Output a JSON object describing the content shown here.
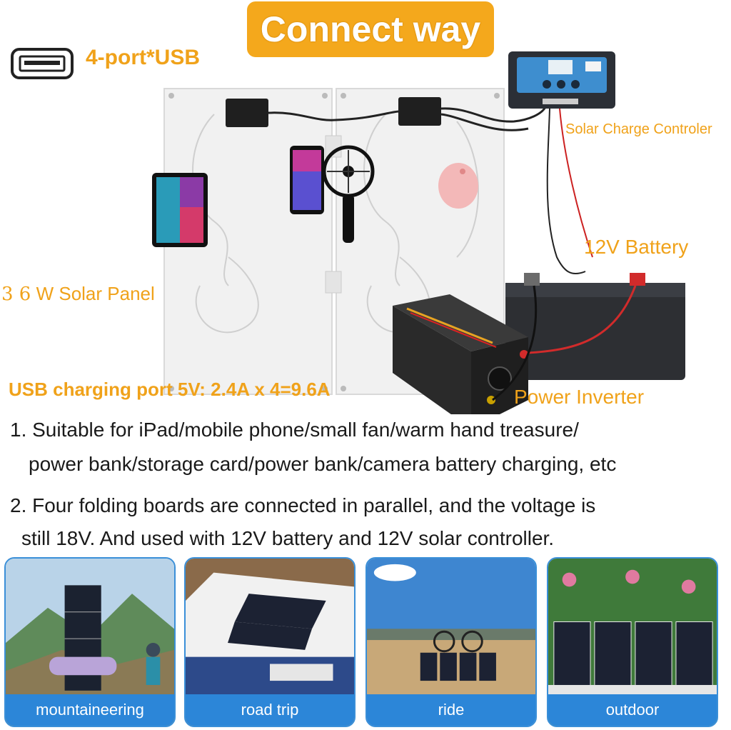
{
  "header": {
    "title": "Connect way",
    "usb_label": "4-port*USB"
  },
  "diagram": {
    "controller_label": "Solar Charge Controler",
    "battery_label": "12V Battery",
    "panel_label_num": "3 6",
    "panel_label_text": " W Solar Panel",
    "inverter_label": "Power Inverter",
    "usb_charging": "USB charging port 5V:  2.4A  x 4=9.6A"
  },
  "description": {
    "line1a": "1.  Suitable for iPad/mobile phone/small fan/warm hand treasure/",
    "line1b": "power bank/storage card/power bank/camera battery charging, etc",
    "line2a": "2.  Four folding boards are connected in parallel, and the voltage is",
    "line2b": "still 18V. And used with 12V battery and 12V solar controller."
  },
  "cards": [
    {
      "caption": "mountaineering"
    },
    {
      "caption": "road trip"
    },
    {
      "caption": "ride"
    },
    {
      "caption": "outdoor"
    }
  ],
  "colors": {
    "accent_orange": "#f4a81c",
    "label_orange": "#f0a21a",
    "caption_blue": "#2c86d8"
  },
  "icons": {
    "usb": "usb-port-icon"
  }
}
